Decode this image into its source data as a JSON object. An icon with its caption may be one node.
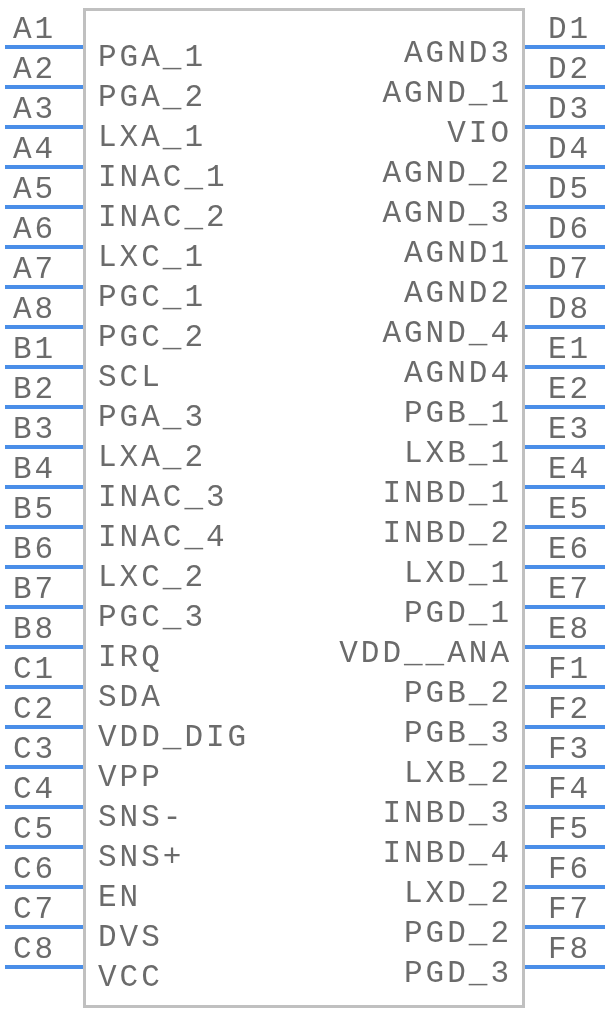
{
  "diagram": {
    "nodes": [
      {
        "text": [
          "PGA_1",
          "PGA_2",
          "LXA_1",
          "INAC_1",
          "INAC_2",
          "LXC_1",
          "PGC_1",
          "PGC_2",
          "SCL",
          "PGA_3",
          "LXA_2",
          "INAC_3",
          "INAC_4",
          "LXC_2",
          "PGC_3",
          "IRQ",
          "SDA",
          "VDD_DIG",
          "VPP",
          "SNS-",
          "SNS+",
          "EN",
          "DVS",
          "VCC",
          "AGND3",
          "AGND_1",
          "VIO",
          "AGND_2",
          "AGND_3",
          "AGND1",
          "AGND2",
          "AGND_4",
          "AGND4",
          "PGB_1",
          "LXB_1",
          "INBD_1",
          "INBD_2",
          "LXD_1",
          "PGD_1",
          "VDD__ANA",
          "PGB_2",
          "PGB_3",
          "LXB_2",
          "INBD_3",
          "INBD_4",
          "LXD_2",
          "PGD_2",
          "PGD_3"
        ]
      }
    ],
    "labels": [
      "A1",
      "A2",
      "A3",
      "A4",
      "A5",
      "A6",
      "A7",
      "A8",
      "B1",
      "B2",
      "B3",
      "B4",
      "B5",
      "B6",
      "B7",
      "B8",
      "C1",
      "C2",
      "C3",
      "C4",
      "C5",
      "C6",
      "C7",
      "C8",
      "D1",
      "D2",
      "D3",
      "D4",
      "D5",
      "D6",
      "D7",
      "D8",
      "E1",
      "E2",
      "E3",
      "E4",
      "E5",
      "E6",
      "E7",
      "E8",
      "F1",
      "F2",
      "F3",
      "F4",
      "F5",
      "F6",
      "F7",
      "F8"
    ]
  }
}
